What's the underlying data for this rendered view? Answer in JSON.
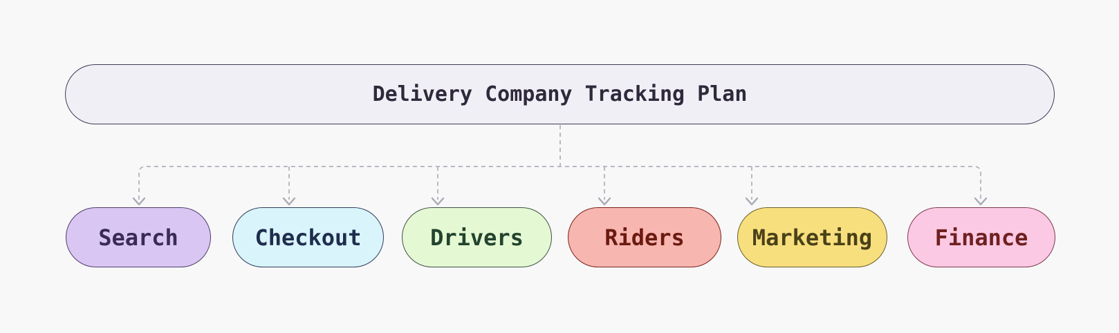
{
  "diagram": {
    "background": "#f8f8f8",
    "connector_color": "#b9b9c4",
    "arrow_color": "#a9a9b5",
    "root": {
      "label": "Delivery Company Tracking Plan",
      "fill": "#f1eff6",
      "border": "#3f3a52",
      "text_color": "#2e2a3b"
    },
    "nodes": [
      {
        "label": "Search",
        "fill": "#d9c6f2",
        "border": "#4f3d6e",
        "text_color": "#3a2a57"
      },
      {
        "label": "Checkout",
        "fill": "#d9f4fb",
        "border": "#2e3c5c",
        "text_color": "#1f2d4d"
      },
      {
        "label": "Drivers",
        "fill": "#e4f8d3",
        "border": "#3d5244",
        "text_color": "#23432e"
      },
      {
        "label": "Riders",
        "fill": "#f8b6b1",
        "border": "#7a2017",
        "text_color": "#6b1a10"
      },
      {
        "label": "Marketing",
        "fill": "#f8df7e",
        "border": "#6a5f2a",
        "text_color": "#4a4118"
      },
      {
        "label": "Finance",
        "fill": "#fbc9e3",
        "border": "#7d3a4a",
        "text_color": "#6f2020"
      }
    ]
  }
}
